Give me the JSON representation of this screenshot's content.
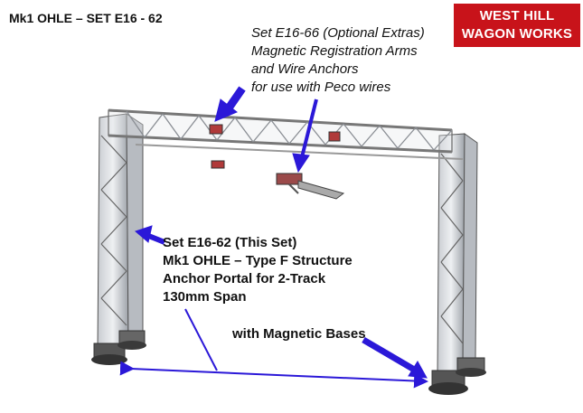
{
  "title": "Mk1 OHLE – SET E16 - 62",
  "logo": {
    "line1": "WEST HILL",
    "line2": "WAGON WORKS",
    "background": "#c8131a"
  },
  "extras_note": {
    "line1": "Set E16-66 (Optional Extras)",
    "line2": "Magnetic Registration Arms",
    "line3": "and Wire Anchors",
    "line4": "for use with Peco wires"
  },
  "set_note": {
    "line1": "Set E16-62 (This Set)",
    "line2": "Mk1 OHLE – Type F Structure",
    "line3": "Anchor Portal for 2-Track",
    "line4": "130mm Span"
  },
  "bases_note": "with Magnetic Bases",
  "arrow_color": "#2b18d8",
  "arm_color": "#b03a3a"
}
